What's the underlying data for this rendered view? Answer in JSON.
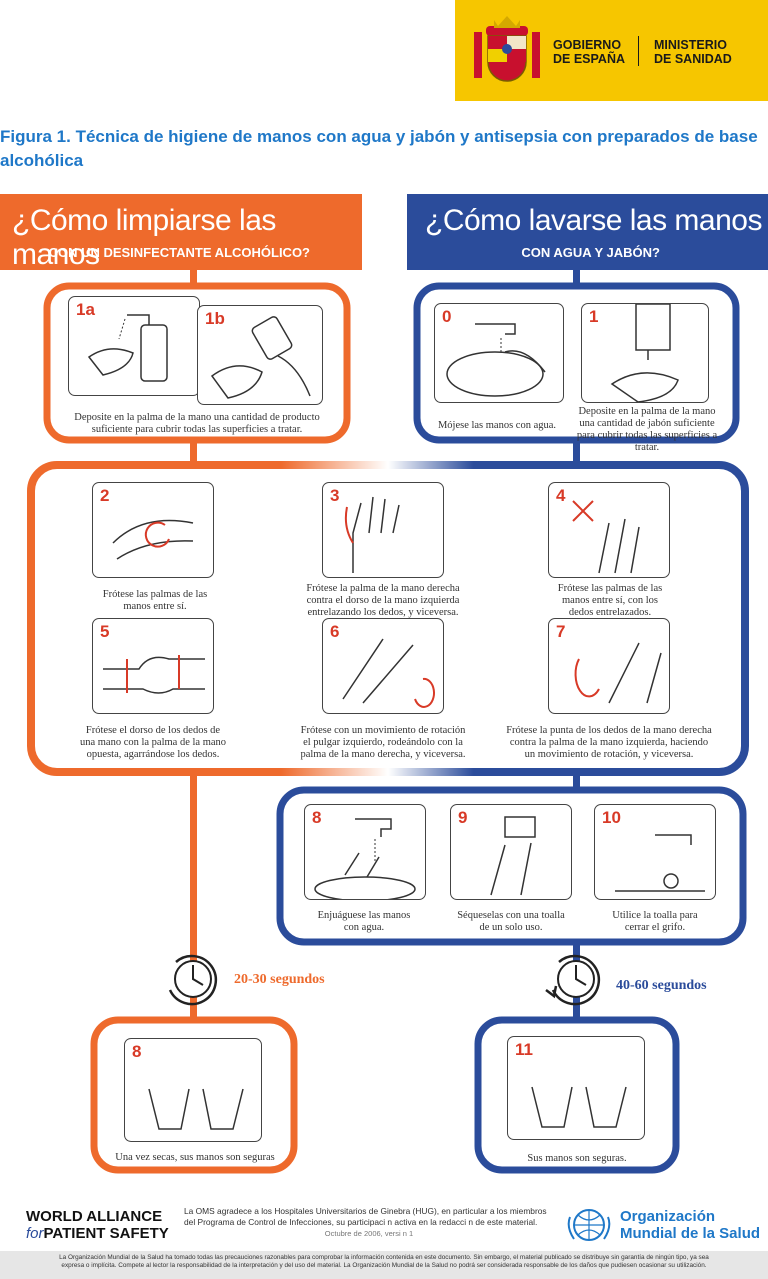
{
  "header": {
    "gov_line1": "GOBIERNO",
    "gov_line2": "DE ESPAÑA",
    "min_line1": "MINISTERIO",
    "min_line2": "DE SANIDAD"
  },
  "figure_title_line1": "Figura 1. Técnica de higiene de manos con agua y jabón y antisepsia con preparados de base",
  "figure_title_line2": "alcohólica",
  "left_header": {
    "title": "¿Cómo limpiarse las manos",
    "subtitle": "CON UN DESINFECTANTE ALCOHÓLICO?"
  },
  "right_header": {
    "title": "¿Cómo lavarse las manos",
    "subtitle": "CON AGUA Y JABÓN?"
  },
  "steps": {
    "s1a": {
      "num": "1a"
    },
    "s1b": {
      "num": "1b",
      "caption": "Deposite en la palma de la mano una cantidad de producto suficiente para cubrir todas las superficies a tratar."
    },
    "s0": {
      "num": "0",
      "caption": "Mójese las manos con agua."
    },
    "s1": {
      "num": "1",
      "caption": "Deposite en la palma de la mano una cantidad de jabón suficiente para cubrir todas las superficies a tratar."
    },
    "s2": {
      "num": "2",
      "caption": "Frótese las palmas de las manos entre sí."
    },
    "s3": {
      "num": "3",
      "caption": "Frótese la palma de la mano derecha contra el dorso de la mano izquierda entrelazando los dedos, y viceversa."
    },
    "s4": {
      "num": "4",
      "caption": "Frótese las palmas de las manos entre sí, con los dedos entrelazados."
    },
    "s5": {
      "num": "5",
      "caption": "Frótese el dorso de los dedos de una mano con la palma de la mano opuesta, agarrándose los dedos."
    },
    "s6": {
      "num": "6",
      "caption": "Frótese con un movimiento de rotación el pulgar izquierdo, rodeándolo con la palma de la mano derecha, y viceversa."
    },
    "s7": {
      "num": "7",
      "caption": "Frótese la punta de los dedos de la mano derecha contra la palma de la mano izquierda, haciendo un movimiento de rotación, y viceversa."
    },
    "s8": {
      "num": "8",
      "caption": "Enjuáguese las manos con agua."
    },
    "s9": {
      "num": "9",
      "caption": "Séqueselas con una toalla de un solo uso."
    },
    "s10": {
      "num": "10",
      "caption": "Utilice la toalla para cerrar el grifo."
    },
    "s8b": {
      "num": "8",
      "caption": "Una vez secas, sus manos son seguras"
    },
    "s11": {
      "num": "11",
      "caption": "Sus manos son seguras."
    }
  },
  "timers": {
    "left": "20-30 segundos",
    "right": "40-60 segundos"
  },
  "footer": {
    "wa_line1": "WORLD ALLIANCE",
    "wa_for": "for",
    "wa_line2": "PATIENT SAFETY",
    "thanks_line1": "La OMS agradece a los Hospitales Universitarios de Ginebra (HUG), en particular a los miembros",
    "thanks_line2": "del Programa de Control de Infecciones, su participaci n activa en la redacci n de este material.",
    "version": "Octubre de 2006, versi n 1",
    "oms_line1": "Organización",
    "oms_line2": "Mundial de la Salud",
    "disclaimer_line1": "La Organización Mundial de la Salud ha tomado todas las precauciones razonables para comprobar la información contenida en este documento. Sin embargo, el material publicado se distribuye sin garantía de ningún tipo, ya sea",
    "disclaimer_line2": "expresa o implícita. Compete al lector la responsabilidad de la interpretación y del uso del material. La Organización Mundial de la Salud no podrá ser considerada responsable de los daños que pudiesen ocasionar su utilización."
  },
  "colors": {
    "orange": "#ee6a2c",
    "blue": "#2b4c9b",
    "red_number": "#d83a27",
    "title_blue": "#1f78c8",
    "gov_yellow": "#f6c600"
  }
}
